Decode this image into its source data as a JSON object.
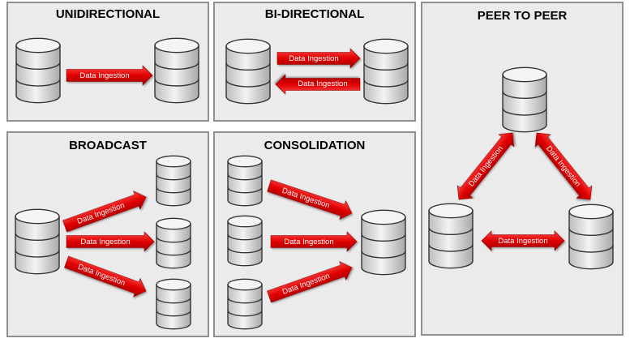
{
  "colors": {
    "panel_fill": "#ebebeb",
    "panel_border": "#8f8f8f",
    "arrow_red": "#e30000",
    "cylinder_fill": "#e0e0e0"
  },
  "icons": {
    "database": "database-icon",
    "arrow": "arrow-icon",
    "double_arrow": "double-arrow-icon"
  },
  "arrow_label": "Data Ingestion",
  "panels": {
    "unidirectional": {
      "title": "UNIDIRECTIONAL"
    },
    "bidirectional": {
      "title": "BI-DIRECTIONAL"
    },
    "broadcast": {
      "title": "BROADCAST"
    },
    "consolidation": {
      "title": "CONSOLIDATION"
    },
    "peer": {
      "title": "PEER TO PEER"
    }
  }
}
